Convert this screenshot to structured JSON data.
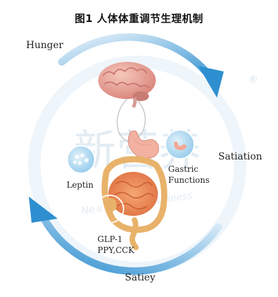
{
  "title": "图1 人体体重调节生理机制",
  "labels": {
    "hunger": "Hunger",
    "satiation": "Satiation",
    "satiey": "Satiey",
    "leptin": "Leptin",
    "gastric_line1": "Gastric",
    "gastric_line2": "Functions",
    "hormones_line1": "GLP-1",
    "hormones_line2": "PPY,CCK"
  },
  "watermark": {
    "text": "新营养",
    "registered": "®",
    "subtext": "New Nutrition Business"
  },
  "colors": {
    "arrow": "#4aa3dc",
    "ring": "#e6f1f9",
    "brain": "#e9a596",
    "stomach": "#f2b2a3",
    "intestine": "#f19360",
    "colon": "#e9b56c",
    "cell_circle": "#b9ddf2"
  }
}
